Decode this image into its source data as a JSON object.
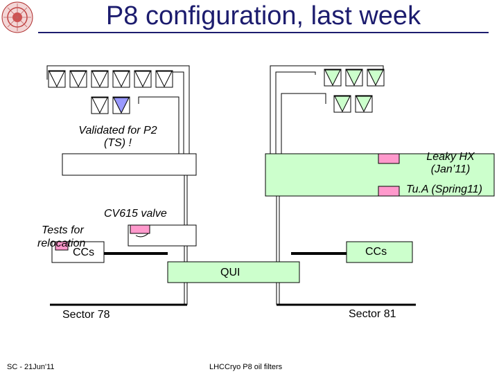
{
  "title": "P8 configuration, last week",
  "labels": {
    "validated_line1": "Validated for P2",
    "validated_line2": "(TS) !",
    "leaky_line1": "Leaky HX",
    "leaky_line2": "(Jan’11)",
    "tua": "Tu.A (Spring11)",
    "cv615": "CV615 valve",
    "tests_line1": "Tests for",
    "tests_line2": "relocation",
    "ccs_left": "CCs",
    "ccs_right": "CCs",
    "qui": "QUI",
    "sector_78": "Sector 78",
    "sector_81": "Sector 81"
  },
  "footer": {
    "left": "SC - 21Jun'11",
    "center": "LHCCryo P8 oil filters"
  },
  "colors": {
    "title": "#1c1c6e",
    "green_fill": "#ccffcc",
    "highlight_fill": "#ff99cc",
    "purple_filter": "#9999ff"
  },
  "icons": [
    "filter-icon",
    "cern-logo"
  ]
}
